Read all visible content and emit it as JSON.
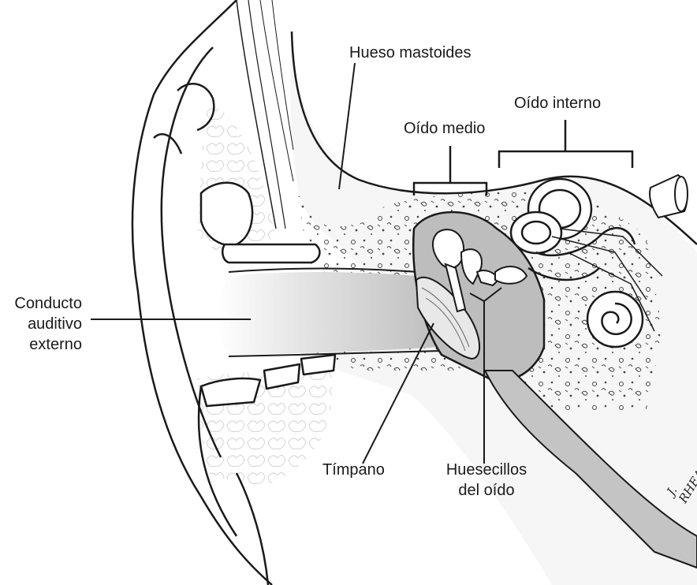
{
  "labels": {
    "mastoid": "Hueso mastoides",
    "middle_ear": "Oído medio",
    "inner_ear": "Oído interno",
    "ext_canal_1": "Conducto",
    "ext_canal_2": "auditivo",
    "ext_canal_3": "externo",
    "eardrum": "Tímpano",
    "ossicles_1": "Huesecillos",
    "ossicles_2": "del oído"
  },
  "signature": "J. RHEA",
  "colors": {
    "line": "#1a1a1a",
    "canal_gray": "#c9c9c9",
    "cavity_gray": "#b8b8b8",
    "bone_fill": "#f4f4f4"
  }
}
